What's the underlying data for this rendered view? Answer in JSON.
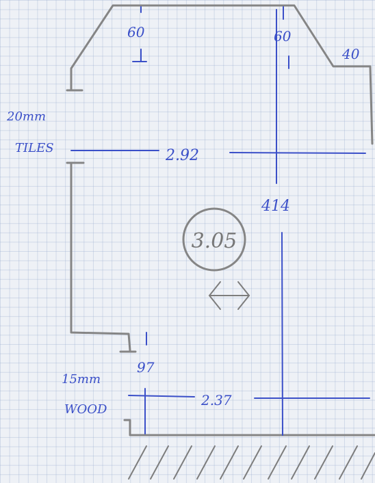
{
  "dimensions": {
    "top_left": "60",
    "top_right": "60",
    "step": "40",
    "width_top": "2.92",
    "height_total": "414",
    "lower_rise": "97",
    "width_bottom": "2.37",
    "circled": "3.05"
  },
  "materials": {
    "upper_size": "20mm",
    "upper_type": "TILES",
    "lower_size": "15mm",
    "lower_type": "WOOD"
  }
}
